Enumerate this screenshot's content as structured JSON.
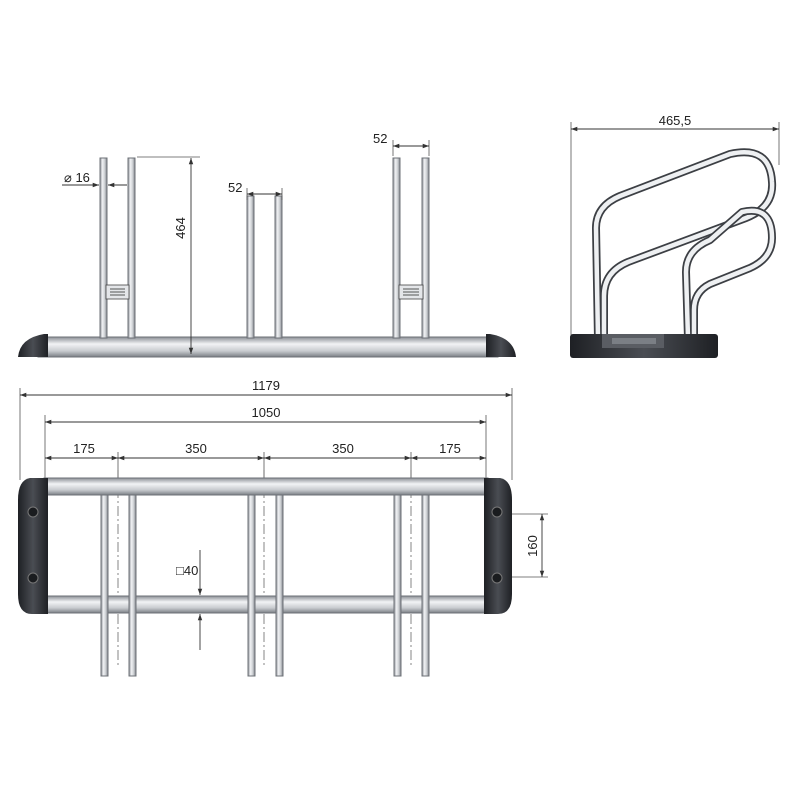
{
  "dimensions": {
    "tube_diameter": "⌀ 16",
    "rack_height": "464",
    "pair_gap_front_center": "52",
    "pair_gap_front_right": "52",
    "side_depth": "465,5",
    "overall_length": "1179",
    "rail_length": "1050",
    "spacing_1": "175",
    "spacing_2": "350",
    "spacing_3": "350",
    "spacing_4": "175",
    "rail_spacing": "160",
    "profile_section": "□40"
  },
  "colors": {
    "metal": "#d3d6da",
    "dark_endcap": "#2b2d31",
    "line": "#333333"
  }
}
